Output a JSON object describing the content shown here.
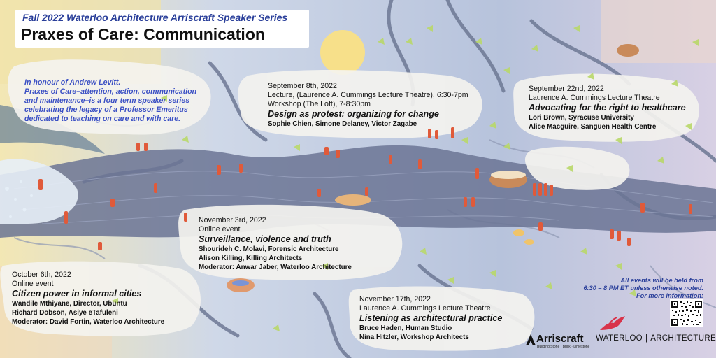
{
  "series": "Fall 2022 Waterloo Architecture Arriscraft Speaker Series",
  "title": "Praxes of Care: Communication",
  "honour": [
    "In honour of Andrew Levitt.",
    "Praxes of Care–attention, action, communication",
    "and maintenance–is a four term speaker series",
    "celebrating the legacy of a Professor Emeritus",
    "dedicated to teaching on care and with care."
  ],
  "events": [
    {
      "date": "September 8th, 2022",
      "venue": "Lecture, (Laurence A. Cummings Lecture Theatre), 6:30-7pm",
      "venue2": "Workshop (The Loft), 7-8:30pm",
      "title": "Design as protest: organizing for change",
      "people": [
        "Sophie Chien, Simone Delaney, Victor Zagabe"
      ]
    },
    {
      "date": "September 22nd, 2022",
      "venue": "Laurence A. Cummings Lecture Theatre",
      "title": "Advocating for the right to healthcare",
      "people": [
        "Lori Brown, Syracuse University",
        "Alice Macguire, Sanguen Health Centre"
      ]
    },
    {
      "date": "November 3rd, 2022",
      "venue": "Online event",
      "title": "Surveillance, violence and truth",
      "people": [
        "Shourideh C. Molavi, Forensic Architecture",
        "Alison Killing, Killing Architects",
        "Moderator: Anwar Jaber, Waterloo Architecture"
      ]
    },
    {
      "date": "October 6th, 2022",
      "venue": "Online event",
      "title": "Citizen power in informal cities",
      "people": [
        "Wandile Mthiyane, Director, Ubuntu",
        "Richard Dobson, Asiye eTafuleni",
        "Moderator: David Fortin, Waterloo Architecture"
      ]
    },
    {
      "date": "November 17th, 2022",
      "venue": "Laurence A. Cummings Lecture Theatre",
      "title": "Listening as architectural practice",
      "people": [
        "Bruce Haden, Human Studio",
        "Nina Hitzler, Workshop Architects"
      ]
    }
  ],
  "note": [
    "All events will be held from",
    "6:30 – 8 PM ET unless otherwise noted.",
    "For more information:"
  ],
  "logos": {
    "arriscraft": "Arriscraft",
    "arriscraft_tagline": "Building Stone · Brick · Limestone",
    "waterloo": "WATERLOO",
    "separator": "|",
    "architecture": "ARCHITECTURE"
  },
  "colors": {
    "accent": "#2a3f9a",
    "figures": "#e05a3a",
    "river": "#6b7494",
    "cloud": "#f4f3ef",
    "sun": "#f7e08a",
    "leaf": "#b9d86a"
  }
}
